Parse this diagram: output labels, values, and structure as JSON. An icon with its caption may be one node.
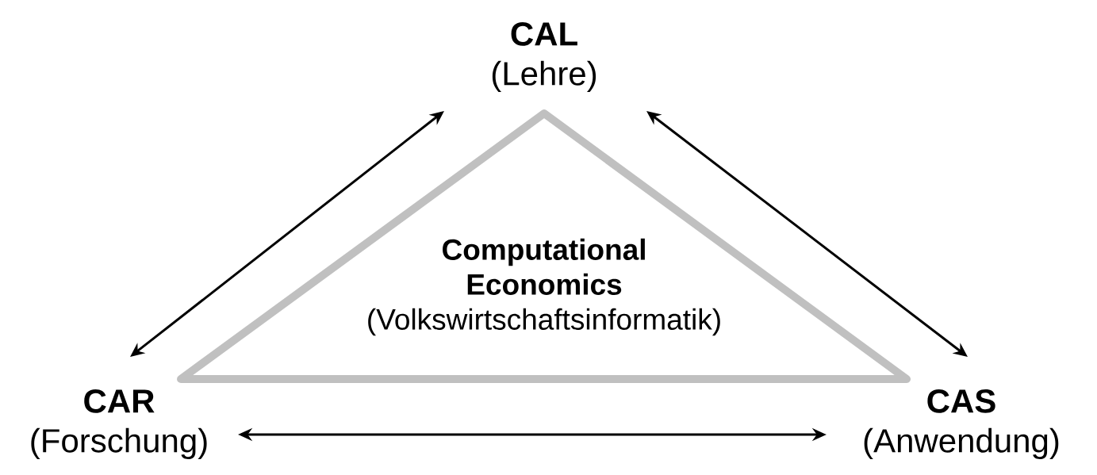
{
  "diagram": {
    "nodes": [
      {
        "text": [
          "Computational Economics",
          "(Volkswirtschaftsinformatik)"
        ]
      },
      {
        "text": [
          "CAL",
          "(Lehre)"
        ]
      },
      {
        "text": [
          "CAR",
          "(Forschung)"
        ]
      },
      {
        "text": [
          "CAS",
          "(Anwendung)"
        ]
      }
    ],
    "edges": [
      {
        "from": 2,
        "to": 1,
        "arrow": "both"
      },
      {
        "from": 1,
        "to": 3,
        "arrow": "both"
      },
      {
        "from": 2,
        "to": 3,
        "arrow": "both"
      }
    ]
  }
}
